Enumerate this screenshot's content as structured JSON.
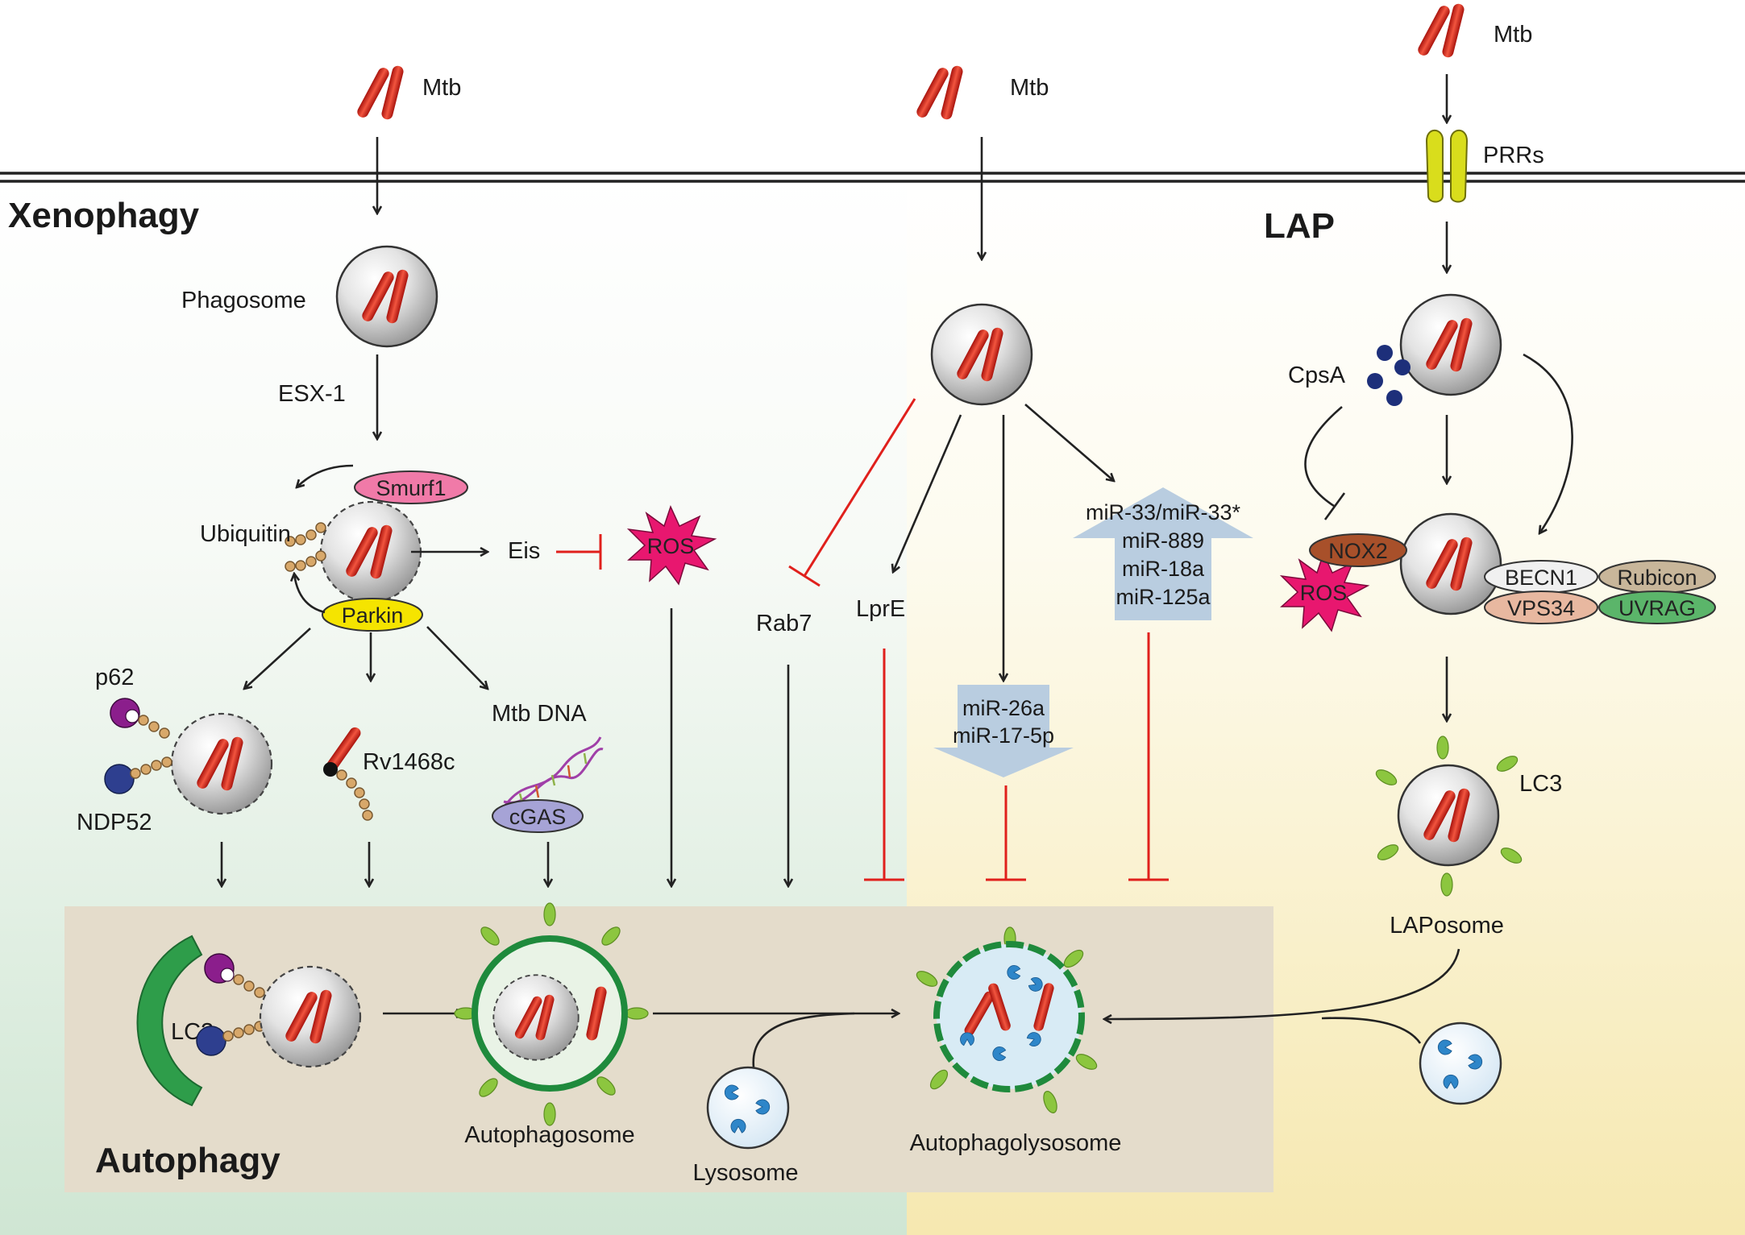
{
  "titles": {
    "xenophagy": "Xenophagy",
    "autophagy": "Autophagy",
    "lap": "LAP"
  },
  "labels": {
    "mtb_left": "Mtb",
    "mtb_mid": "Mtb",
    "mtb_right": "Mtb",
    "prrs": "PRRs",
    "phagosome": "Phagosome",
    "esx1": "ESX-1",
    "smurf1": "Smurf1",
    "ubiquitin": "Ubiquitin",
    "parkin": "Parkin",
    "eis": "Eis",
    "ros_left": "ROS",
    "p62": "p62",
    "ndp52": "NDP52",
    "rv1468c": "Rv1468c",
    "mtb_dna": "Mtb DNA",
    "cgas": "cGAS",
    "rab7": "Rab7",
    "lpre": "LprE",
    "mir_up": [
      "miR-33/miR-33*",
      "miR-889",
      "miR-18a",
      "miR-125a"
    ],
    "mir_down": [
      "miR-26a",
      "miR-17-5p"
    ],
    "cpsa": "CpsA",
    "nox2": "NOX2",
    "ros_right": "ROS",
    "becn1": "BECN1",
    "rubicon": "Rubicon",
    "vps34": "VPS34",
    "uvrag": "UVRAG",
    "lc3_lap": "LC3",
    "laposome": "LAPosome",
    "lc3_auto": "LC3",
    "autophagosome": "Autophagosome",
    "lysosome": "Lysosome",
    "autophagolysosome": "Autophagolysosome"
  },
  "colors": {
    "bacterium": "#d9261c",
    "ros": "#e8176f",
    "smurf1": "#f07aa8",
    "parkin": "#f5e400",
    "p62": "#8b1e8c",
    "ndp52": "#2e3f8f",
    "cgas": "#a6a3d6",
    "nox2": "#a8502a",
    "becn1": "#f0f0f0",
    "rubicon": "#c8b69a",
    "vps34": "#e8b8a0",
    "uvrag": "#5bb56a",
    "lc3": "#2e9d4a",
    "inhibit": "#e0201c",
    "mir_arrow": "#b9cde0",
    "cpsa": "#1d2f7a",
    "prr": "#d9dd1c",
    "autophagy_bg": "#e4dccb"
  }
}
